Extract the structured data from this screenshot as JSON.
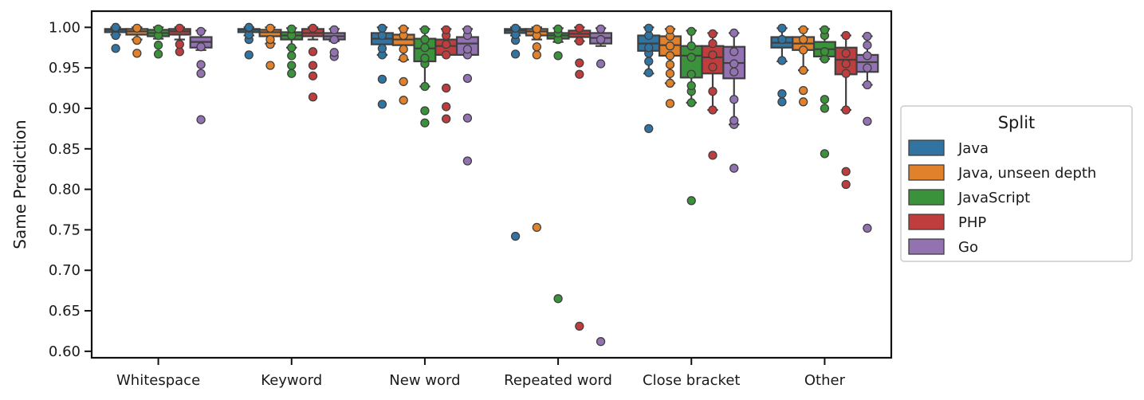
{
  "chart_data": {
    "type": "box",
    "title": "",
    "xlabel": "",
    "ylabel": "Same Prediction",
    "ylim": [
      0.592,
      1.02
    ],
    "yticks": [
      0.6,
      0.65,
      0.7,
      0.75,
      0.8,
      0.85,
      0.9,
      0.95,
      1.0
    ],
    "ytick_labels": [
      "0.60",
      "0.65",
      "0.70",
      "0.75",
      "0.80",
      "0.85",
      "0.90",
      "0.95",
      "1.00"
    ],
    "grid": false,
    "legend": {
      "title": "Split",
      "placement": "outside-right"
    },
    "categories": [
      "Whitespace",
      "Keyword",
      "New word",
      "Repeated word",
      "Close bracket",
      "Other"
    ],
    "series": [
      {
        "name": "Java",
        "color": "#3274a1",
        "boxes": [
          {
            "q1": 0.994,
            "median": 0.997,
            "q3": 0.998,
            "whisker_low": 0.991,
            "whisker_high": 1.0,
            "outliers": [
              0.974,
              0.99,
              0.999,
              1.0
            ]
          },
          {
            "q1": 0.994,
            "median": 0.997,
            "q3": 0.998,
            "whisker_low": 0.99,
            "whisker_high": 1.0,
            "outliers": [
              0.966,
              0.985,
              0.991,
              0.999,
              1.0
            ]
          },
          {
            "q1": 0.979,
            "median": 0.986,
            "q3": 0.993,
            "whisker_low": 0.966,
            "whisker_high": 1.0,
            "outliers": [
              0.905,
              0.936,
              0.966,
              0.974,
              0.99,
              0.999
            ]
          },
          {
            "q1": 0.993,
            "median": 0.996,
            "q3": 0.998,
            "whisker_low": 0.99,
            "whisker_high": 1.0,
            "outliers": [
              0.742,
              0.967,
              0.984,
              0.991,
              0.999
            ]
          },
          {
            "q1": 0.971,
            "median": 0.98,
            "q3": 0.99,
            "whisker_low": 0.943,
            "whisker_high": 1.0,
            "outliers": [
              0.875,
              0.944,
              0.958,
              0.968,
              0.975,
              0.99,
              0.999
            ]
          },
          {
            "q1": 0.975,
            "median": 0.981,
            "q3": 0.988,
            "whisker_low": 0.958,
            "whisker_high": 0.999,
            "outliers": [
              0.908,
              0.918,
              0.959,
              0.985,
              0.999
            ]
          }
        ]
      },
      {
        "name": "Java, unseen depth",
        "color": "#e1812c",
        "boxes": [
          {
            "q1": 0.991,
            "median": 0.995,
            "q3": 0.998,
            "whisker_low": 0.985,
            "whisker_high": 1.0,
            "outliers": [
              0.968,
              0.984,
              0.999
            ]
          },
          {
            "q1": 0.989,
            "median": 0.994,
            "q3": 0.997,
            "whisker_low": 0.98,
            "whisker_high": 1.0,
            "outliers": [
              0.953,
              0.979,
              0.985,
              0.999
            ]
          },
          {
            "q1": 0.978,
            "median": 0.985,
            "q3": 0.991,
            "whisker_low": 0.96,
            "whisker_high": 0.999,
            "outliers": [
              0.91,
              0.933,
              0.962,
              0.973,
              0.99,
              0.998
            ]
          },
          {
            "q1": 0.99,
            "median": 0.995,
            "q3": 0.998,
            "whisker_low": 0.985,
            "whisker_high": 1.0,
            "outliers": [
              0.753,
              0.966,
              0.976,
              0.99,
              0.998
            ]
          },
          {
            "q1": 0.965,
            "median": 0.978,
            "q3": 0.989,
            "whisker_low": 0.931,
            "whisker_high": 0.998,
            "outliers": [
              0.906,
              0.931,
              0.943,
              0.954,
              0.965,
              0.977,
              0.989,
              0.997
            ]
          },
          {
            "q1": 0.972,
            "median": 0.98,
            "q3": 0.988,
            "whisker_low": 0.947,
            "whisker_high": 0.998,
            "outliers": [
              0.908,
              0.922,
              0.947,
              0.972,
              0.985,
              0.997
            ]
          }
        ]
      },
      {
        "name": "JavaScript",
        "color": "#3a923a",
        "boxes": [
          {
            "q1": 0.989,
            "median": 0.993,
            "q3": 0.997,
            "whisker_low": 0.986,
            "whisker_high": 1.0,
            "outliers": [
              0.967,
              0.978,
              0.99,
              0.998
            ]
          },
          {
            "q1": 0.985,
            "median": 0.99,
            "q3": 0.994,
            "whisker_low": 0.975,
            "whisker_high": 0.999,
            "outliers": [
              0.943,
              0.953,
              0.965,
              0.975,
              0.99,
              0.998
            ]
          },
          {
            "q1": 0.958,
            "median": 0.974,
            "q3": 0.986,
            "whisker_low": 0.927,
            "whisker_high": 0.998,
            "outliers": [
              0.882,
              0.897,
              0.927,
              0.955,
              0.962,
              0.975,
              0.985,
              0.997
            ]
          },
          {
            "q1": 0.986,
            "median": 0.99,
            "q3": 0.993,
            "whisker_low": 0.982,
            "whisker_high": 0.999,
            "outliers": [
              0.665,
              0.965,
              0.985,
              0.993,
              0.998
            ]
          },
          {
            "q1": 0.938,
            "median": 0.965,
            "q3": 0.977,
            "whisker_low": 0.907,
            "whisker_high": 0.996,
            "outliers": [
              0.786,
              0.907,
              0.921,
              0.928,
              0.942,
              0.963,
              0.977,
              0.995
            ]
          },
          {
            "q1": 0.964,
            "median": 0.973,
            "q3": 0.982,
            "whisker_low": 0.961,
            "whisker_high": 0.998,
            "outliers": [
              0.844,
              0.9,
              0.911,
              0.961,
              0.97,
              0.99,
              0.997
            ]
          }
        ]
      },
      {
        "name": "PHP",
        "color": "#c03d3e",
        "boxes": [
          {
            "q1": 0.991,
            "median": 0.995,
            "q3": 0.998,
            "whisker_low": 0.985,
            "whisker_high": 1.0,
            "outliers": [
              0.97,
              0.979,
              0.999
            ]
          },
          {
            "q1": 0.989,
            "median": 0.993,
            "q3": 0.998,
            "whisker_low": 0.985,
            "whisker_high": 1.0,
            "outliers": [
              0.914,
              0.94,
              0.953,
              0.97,
              0.999
            ]
          },
          {
            "q1": 0.966,
            "median": 0.977,
            "q3": 0.985,
            "whisker_low": 0.966,
            "whisker_high": 0.998,
            "outliers": [
              0.887,
              0.902,
              0.925,
              0.966,
              0.979,
              0.99,
              0.997
            ]
          },
          {
            "q1": 0.988,
            "median": 0.992,
            "q3": 0.996,
            "whisker_low": 0.983,
            "whisker_high": 1.0,
            "outliers": [
              0.631,
              0.942,
              0.956,
              0.983,
              0.999
            ]
          },
          {
            "q1": 0.943,
            "median": 0.963,
            "q3": 0.977,
            "whisker_low": 0.898,
            "whisker_high": 0.993,
            "outliers": [
              0.842,
              0.898,
              0.921,
              0.951,
              0.966,
              0.98,
              0.992
            ]
          },
          {
            "q1": 0.942,
            "median": 0.96,
            "q3": 0.975,
            "whisker_low": 0.898,
            "whisker_high": 0.99,
            "outliers": [
              0.806,
              0.822,
              0.898,
              0.943,
              0.955,
              0.968,
              0.99
            ]
          }
        ]
      },
      {
        "name": "Go",
        "color": "#9372b2",
        "boxes": [
          {
            "q1": 0.975,
            "median": 0.982,
            "q3": 0.988,
            "whisker_low": 0.972,
            "whisker_high": 0.996,
            "outliers": [
              0.886,
              0.943,
              0.954,
              0.976,
              0.995
            ]
          },
          {
            "q1": 0.985,
            "median": 0.989,
            "q3": 0.993,
            "whisker_low": 0.983,
            "whisker_high": 0.998,
            "outliers": [
              0.964,
              0.969,
              0.985,
              0.997
            ]
          },
          {
            "q1": 0.966,
            "median": 0.98,
            "q3": 0.988,
            "whisker_low": 0.966,
            "whisker_high": 0.998,
            "outliers": [
              0.835,
              0.888,
              0.937,
              0.966,
              0.973,
              0.99,
              0.997
            ]
          },
          {
            "q1": 0.98,
            "median": 0.987,
            "q3": 0.993,
            "whisker_low": 0.977,
            "whisker_high": 0.999,
            "outliers": [
              0.612,
              0.955,
              0.985,
              0.998
            ]
          },
          {
            "q1": 0.937,
            "median": 0.956,
            "q3": 0.976,
            "whisker_low": 0.88,
            "whisker_high": 0.993,
            "outliers": [
              0.826,
              0.88,
              0.885,
              0.911,
              0.945,
              0.955,
              0.97,
              0.993
            ]
          },
          {
            "q1": 0.945,
            "median": 0.957,
            "q3": 0.966,
            "whisker_low": 0.929,
            "whisker_high": 0.989,
            "outliers": [
              0.752,
              0.884,
              0.929,
              0.95,
              0.965,
              0.978,
              0.989
            ]
          }
        ]
      }
    ]
  }
}
